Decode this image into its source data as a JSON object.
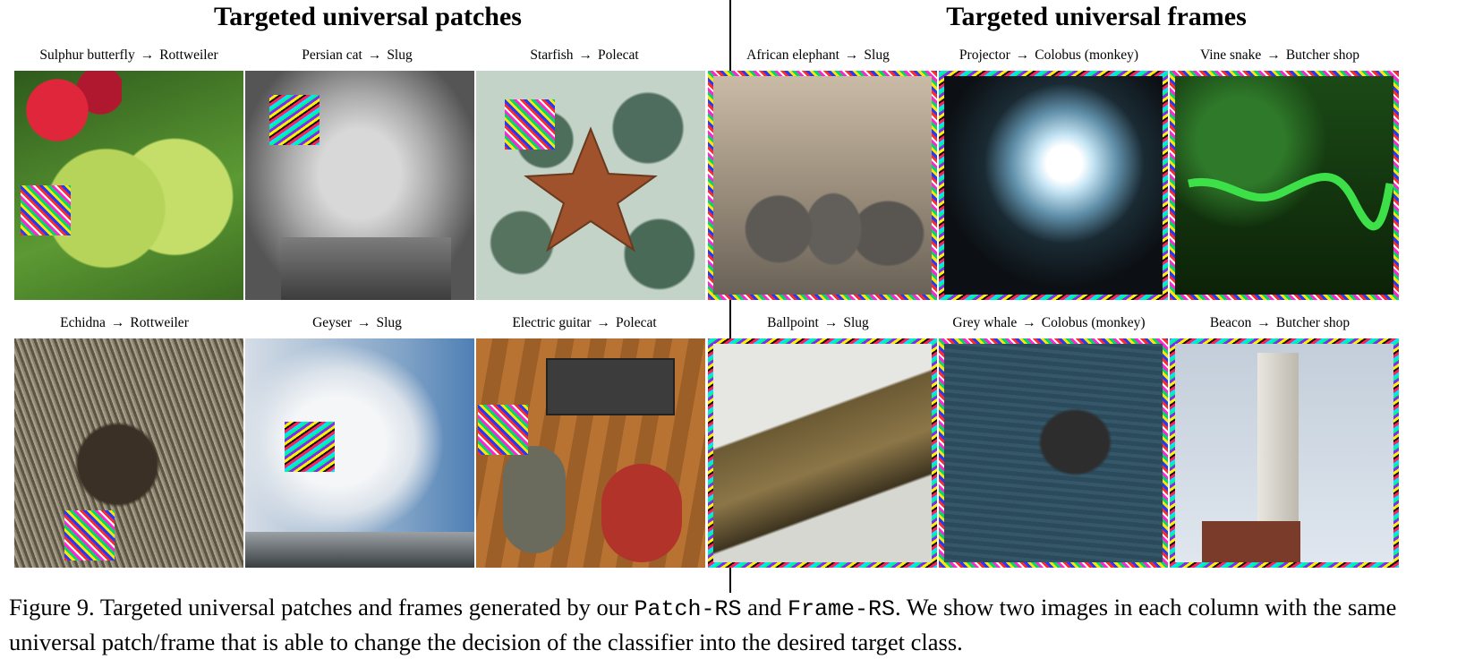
{
  "sections": {
    "left_title": "Targeted universal patches",
    "right_title": "Targeted universal frames"
  },
  "arrow": "→",
  "cells": [
    {
      "src": "Sulphur butterfly",
      "dst": "Rottweiler"
    },
    {
      "src": "Persian cat",
      "dst": "Slug"
    },
    {
      "src": "Starfish",
      "dst": "Polecat"
    },
    {
      "src": "African elephant",
      "dst": "Slug"
    },
    {
      "src": "Projector",
      "dst": "Colobus (monkey)"
    },
    {
      "src": "Vine snake",
      "dst": "Butcher shop"
    },
    {
      "src": "Echidna",
      "dst": "Rottweiler"
    },
    {
      "src": "Geyser",
      "dst": "Slug"
    },
    {
      "src": "Electric guitar",
      "dst": "Polecat"
    },
    {
      "src": "Ballpoint",
      "dst": "Slug"
    },
    {
      "src": "Grey whale",
      "dst": "Colobus (monkey)"
    },
    {
      "src": "Beacon",
      "dst": "Butcher shop"
    }
  ],
  "caption": {
    "lead": "Figure 9. Targeted universal patches and frames generated by our ",
    "method1": "Patch-RS",
    "mid": " and ",
    "method2": "Frame-RS",
    "tail": ". We show two images in each column with the same universal patch/frame that is able to change the decision of the classifier into the desired target class."
  },
  "colors": {
    "butterfly_bg": "#4f8a2e",
    "cat_bg": "#8a8a8a",
    "starfish_bg": "#a9bfb3",
    "elephant_bg": "#8b8074",
    "projector_bg": "#10151a",
    "snake_bg": "#0f2a0c",
    "echidna_bg": "#6b6452",
    "geyser_bg": "#9fb6cf",
    "guitar_bg": "#a86a32",
    "pen_bg": "#cfcfc8",
    "whale_bg": "#2f4f5f",
    "beacon_bg": "#b7c4d4"
  }
}
